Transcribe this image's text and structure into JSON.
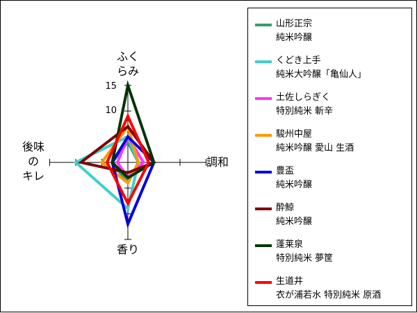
{
  "chart_data": {
    "type": "radar",
    "axes": [
      {
        "key": "fukurami",
        "label": "ふく\nらみ"
      },
      {
        "key": "chowa",
        "label": "調和"
      },
      {
        "key": "kaori",
        "label": "香り"
      },
      {
        "key": "atoaji",
        "label": "後味\nの\nキレ"
      }
    ],
    "r_ticks": [
      5,
      10,
      15
    ],
    "r_tick_labels_shown": [
      "10",
      "15"
    ],
    "rmax": 15,
    "grid": false,
    "legend_position": "right",
    "series": [
      {
        "name": "山形正宗",
        "subname": "純米吟醸",
        "color": "#3c9a6e",
        "values": [
          4,
          2,
          4,
          3
        ]
      },
      {
        "name": "くどき上手",
        "subname": "純米大吟醸「亀仙人」",
        "color": "#3ecfcf",
        "values": [
          5,
          2,
          9,
          10
        ]
      },
      {
        "name": "土佐しらぎく",
        "subname": "特別純米 斬辛",
        "color": "#ff33ff",
        "values": [
          5,
          3,
          3,
          2
        ]
      },
      {
        "name": "駿州中屋",
        "subname": "純米吟醸 愛山 生酒",
        "color": "#ff9900",
        "values": [
          7,
          2,
          4,
          5
        ]
      },
      {
        "name": "豊盃",
        "subname": "純米吟醸",
        "color": "#0000dd",
        "values": [
          5,
          5,
          12,
          3
        ]
      },
      {
        "name": "酔鯨",
        "subname": "純米吟醸",
        "color": "#800000",
        "values": [
          7,
          5,
          2,
          9
        ]
      },
      {
        "name": "蓬莱泉",
        "subname": "特別純米 夢筐",
        "color": "#003300",
        "values": [
          15,
          5,
          3,
          3
        ]
      },
      {
        "name": "生道井",
        "subname": "衣が浦若水 特別純米 原酒",
        "color": "#ff0000",
        "values": [
          9,
          4,
          8,
          4
        ]
      }
    ]
  }
}
